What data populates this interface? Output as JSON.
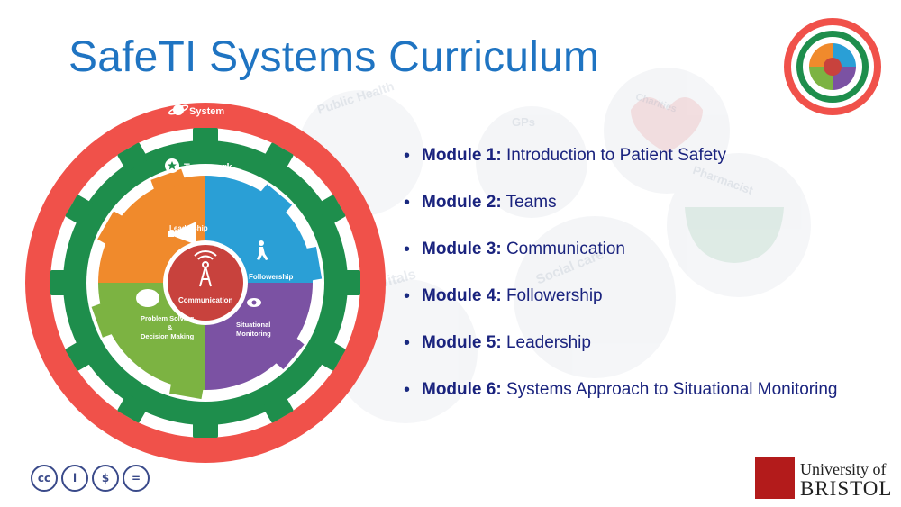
{
  "slide": {
    "title": "SafeTI Systems Curriculum"
  },
  "diagram": {
    "outer_ring_label": "System",
    "middle_ring_label": "Teamwork",
    "center_label": "Communication",
    "segments": [
      {
        "label": "Leadership",
        "color": "#f08a2c"
      },
      {
        "label": "Followership",
        "color": "#2a9fd6"
      },
      {
        "label": "Situational",
        "label2": "Monitoring",
        "color": "#7b52a3"
      },
      {
        "label": "Problem Solving",
        "label2": "&",
        "label3": "Decision Making",
        "color": "#7cb342"
      }
    ],
    "colors": {
      "outer": "#f0514a",
      "middle": "#1e8e4c",
      "center": "#c8423d"
    }
  },
  "modules": [
    {
      "name": "Module 1:",
      "desc": "Introduction to Patient Safety"
    },
    {
      "name": "Module 2:",
      "desc": "Teams"
    },
    {
      "name": "Module 3:",
      "desc": "Communication"
    },
    {
      "name": "Module 4:",
      "desc": "Followership"
    },
    {
      "name": "Module 5:",
      "desc": "Leadership"
    },
    {
      "name": "Module 6:",
      "desc": "Systems Approach to Situational Monitoring"
    }
  ],
  "background_watermark": {
    "labels": [
      "Public Health",
      "Charities",
      "GPs",
      "Pharmacist",
      "Social care",
      "Hospitals"
    ]
  },
  "footer": {
    "license_icons": [
      "cc-icon",
      "by-icon",
      "nc-icon",
      "nd-icon"
    ],
    "license_glyphs": {
      "cc": "cc",
      "by": "i",
      "nc": "$",
      "nd": "="
    },
    "university_line1": "University of",
    "university_line2": "BRISTOL"
  }
}
